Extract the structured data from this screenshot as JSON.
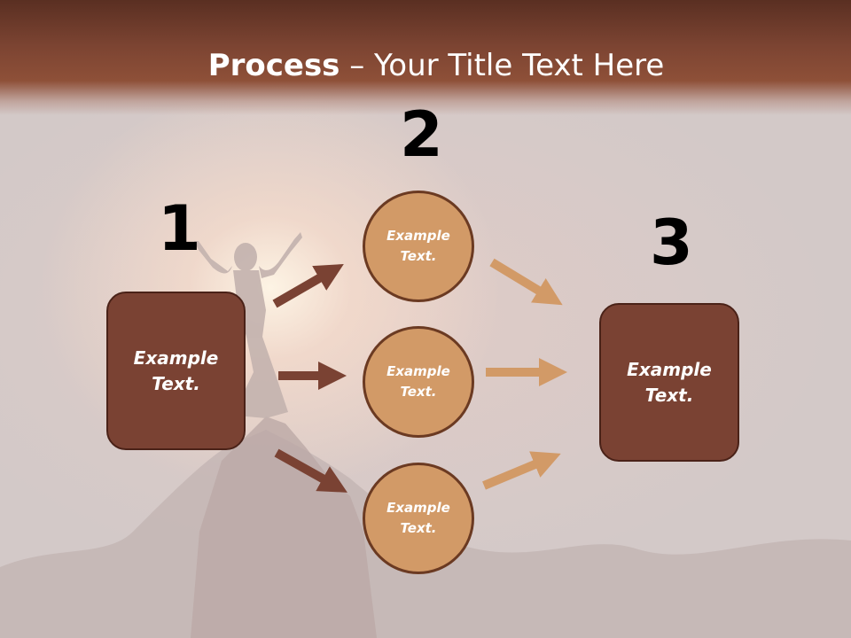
{
  "slide": {
    "title_bold": "Process",
    "title_rest": " – Your Title Text Here"
  },
  "steps": {
    "one": "1",
    "two": "2",
    "three": "3"
  },
  "boxes": {
    "left": "Example\nText.",
    "right": "Example\nText."
  },
  "circles": [
    "Example\nText.",
    "Example\nText.",
    "Example\nText."
  ],
  "colors": {
    "header": "#7c4432",
    "box_fill": "#7a4233",
    "circle_fill": "#d29a67",
    "arrow_dark": "#7a4233",
    "arrow_light": "#d29a67"
  }
}
